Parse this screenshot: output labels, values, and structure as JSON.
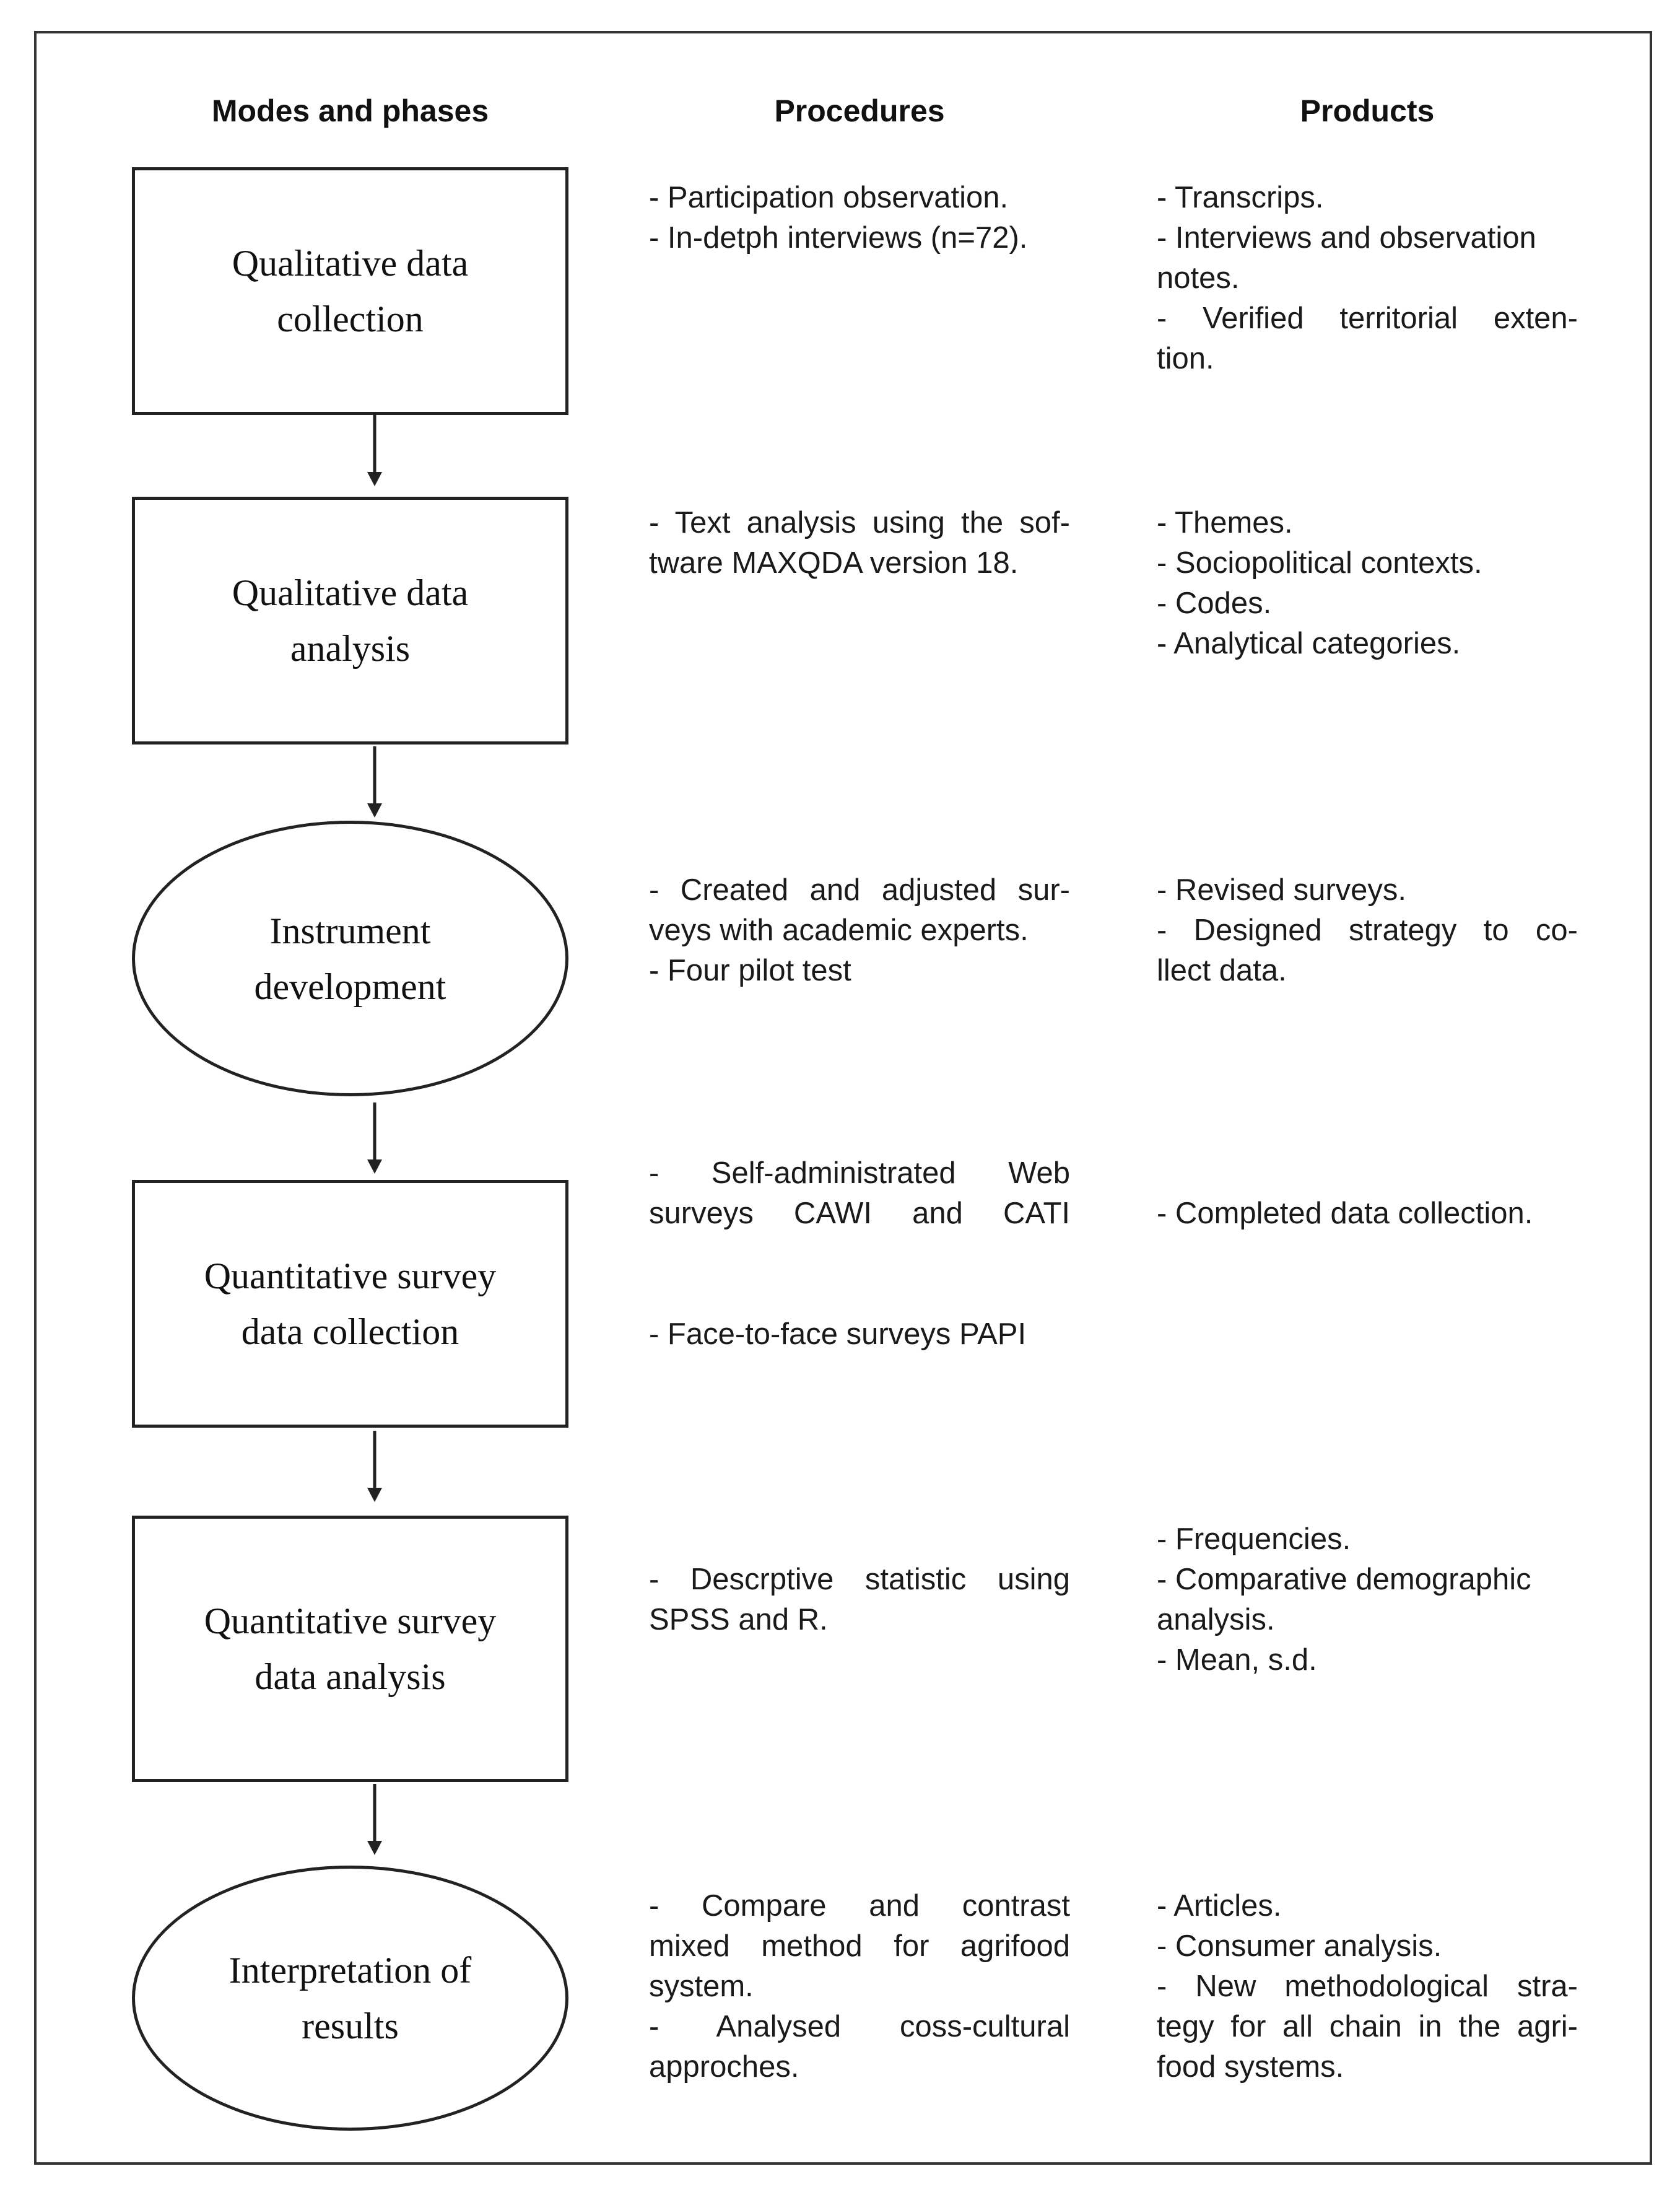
{
  "headers": {
    "modes": "Modes and phases",
    "procedures": "Procedures",
    "products": "Products"
  },
  "phases": [
    {
      "label": [
        "Qualitative data",
        "collection"
      ],
      "procedures": [
        "- Participation observation.",
        "- In-detph interviews (n=72)."
      ],
      "products": [
        "- Transcrips.",
        "- Interviews and observation",
        "notes.",
        "- Verified territorial exten-",
        "tion."
      ]
    },
    {
      "label": [
        "Qualitative data",
        "analysis"
      ],
      "procedures": [
        "- Text analysis using the sof-",
        "tware MAXQDA version 18."
      ],
      "products": [
        "- Themes.",
        "- Sociopolitical contexts.",
        "- Codes.",
        "- Analytical categories."
      ]
    },
    {
      "label": [
        "Instrument",
        "development"
      ],
      "procedures": [
        "- Created and adjusted sur-",
        "veys with academic experts.",
        "- Four pilot test"
      ],
      "products": [
        "- Revised surveys.",
        "- Designed strategy to co-",
        "llect data."
      ]
    },
    {
      "label": [
        "Quantitative survey",
        "data collection"
      ],
      "procedures": [
        "- Self-administrated Web",
        "surveys CAWI and CATI",
        "- Face-to-face surveys PAPI"
      ],
      "products": [
        "- Completed data collection."
      ]
    },
    {
      "label": [
        "Quantitative survey",
        "data analysis"
      ],
      "procedures": [
        "- Descrptive statistic using",
        "SPSS and R."
      ],
      "products": [
        "- Frequencies.",
        "- Comparative demographic",
        "analysis.",
        "- Mean, s.d."
      ]
    },
    {
      "label": [
        "Interpretation of",
        "results"
      ],
      "procedures": [
        "- Compare and contrast",
        "mixed method for agrifood",
        "system.",
        "- Analysed coss-cultural",
        "approches."
      ],
      "products": [
        "- Articles.",
        "- Consumer analysis.",
        "- New methodological stra-",
        "tegy for all chain in the agri-",
        "food systems."
      ]
    }
  ]
}
